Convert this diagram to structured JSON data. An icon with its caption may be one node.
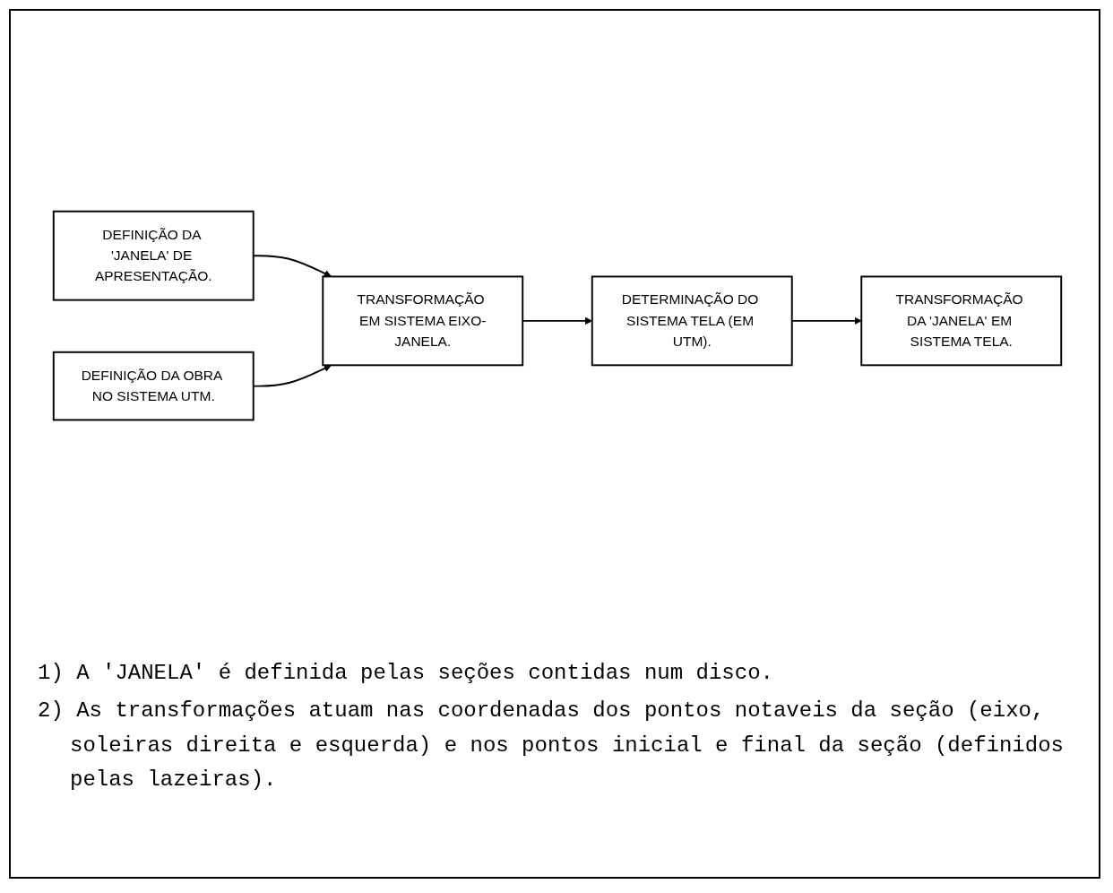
{
  "diagram": {
    "nodes": [
      {
        "text": [
          "DEFINIÇÃO DA 'JANELA' DE APRESENTAÇÃO."
        ]
      },
      {
        "text": [
          "DEFINIÇÃO DA OBRA NO SISTEMA UTM."
        ]
      },
      {
        "text": [
          "TRANSFORMAÇÃO EM SISTEMA EIXO-JANELA."
        ]
      },
      {
        "text": [
          "DETERMINAÇÃO DO SISTEMA TELA (EM UTM)."
        ]
      },
      {
        "text": [
          "TRANSFORMAÇÃO DA 'JANELA' EM SISTEMA TELA."
        ]
      }
    ],
    "edges": [
      {
        "from": 0,
        "to": 2,
        "arrow": "to"
      },
      {
        "from": 1,
        "to": 2,
        "arrow": "to"
      },
      {
        "from": 2,
        "to": 3,
        "arrow": "to"
      },
      {
        "from": 3,
        "to": 4,
        "arrow": "to"
      }
    ],
    "labels": [
      "1) A 'JANELA' é definida pelas seções contidas num disco.",
      "2) As transformações atuam nas coordenadas dos pontos notaveis da seção (eixo, soleiras direita e esquerda) e nos pontos inicial e final da seção (definidos pelas lazeiras)."
    ]
  }
}
